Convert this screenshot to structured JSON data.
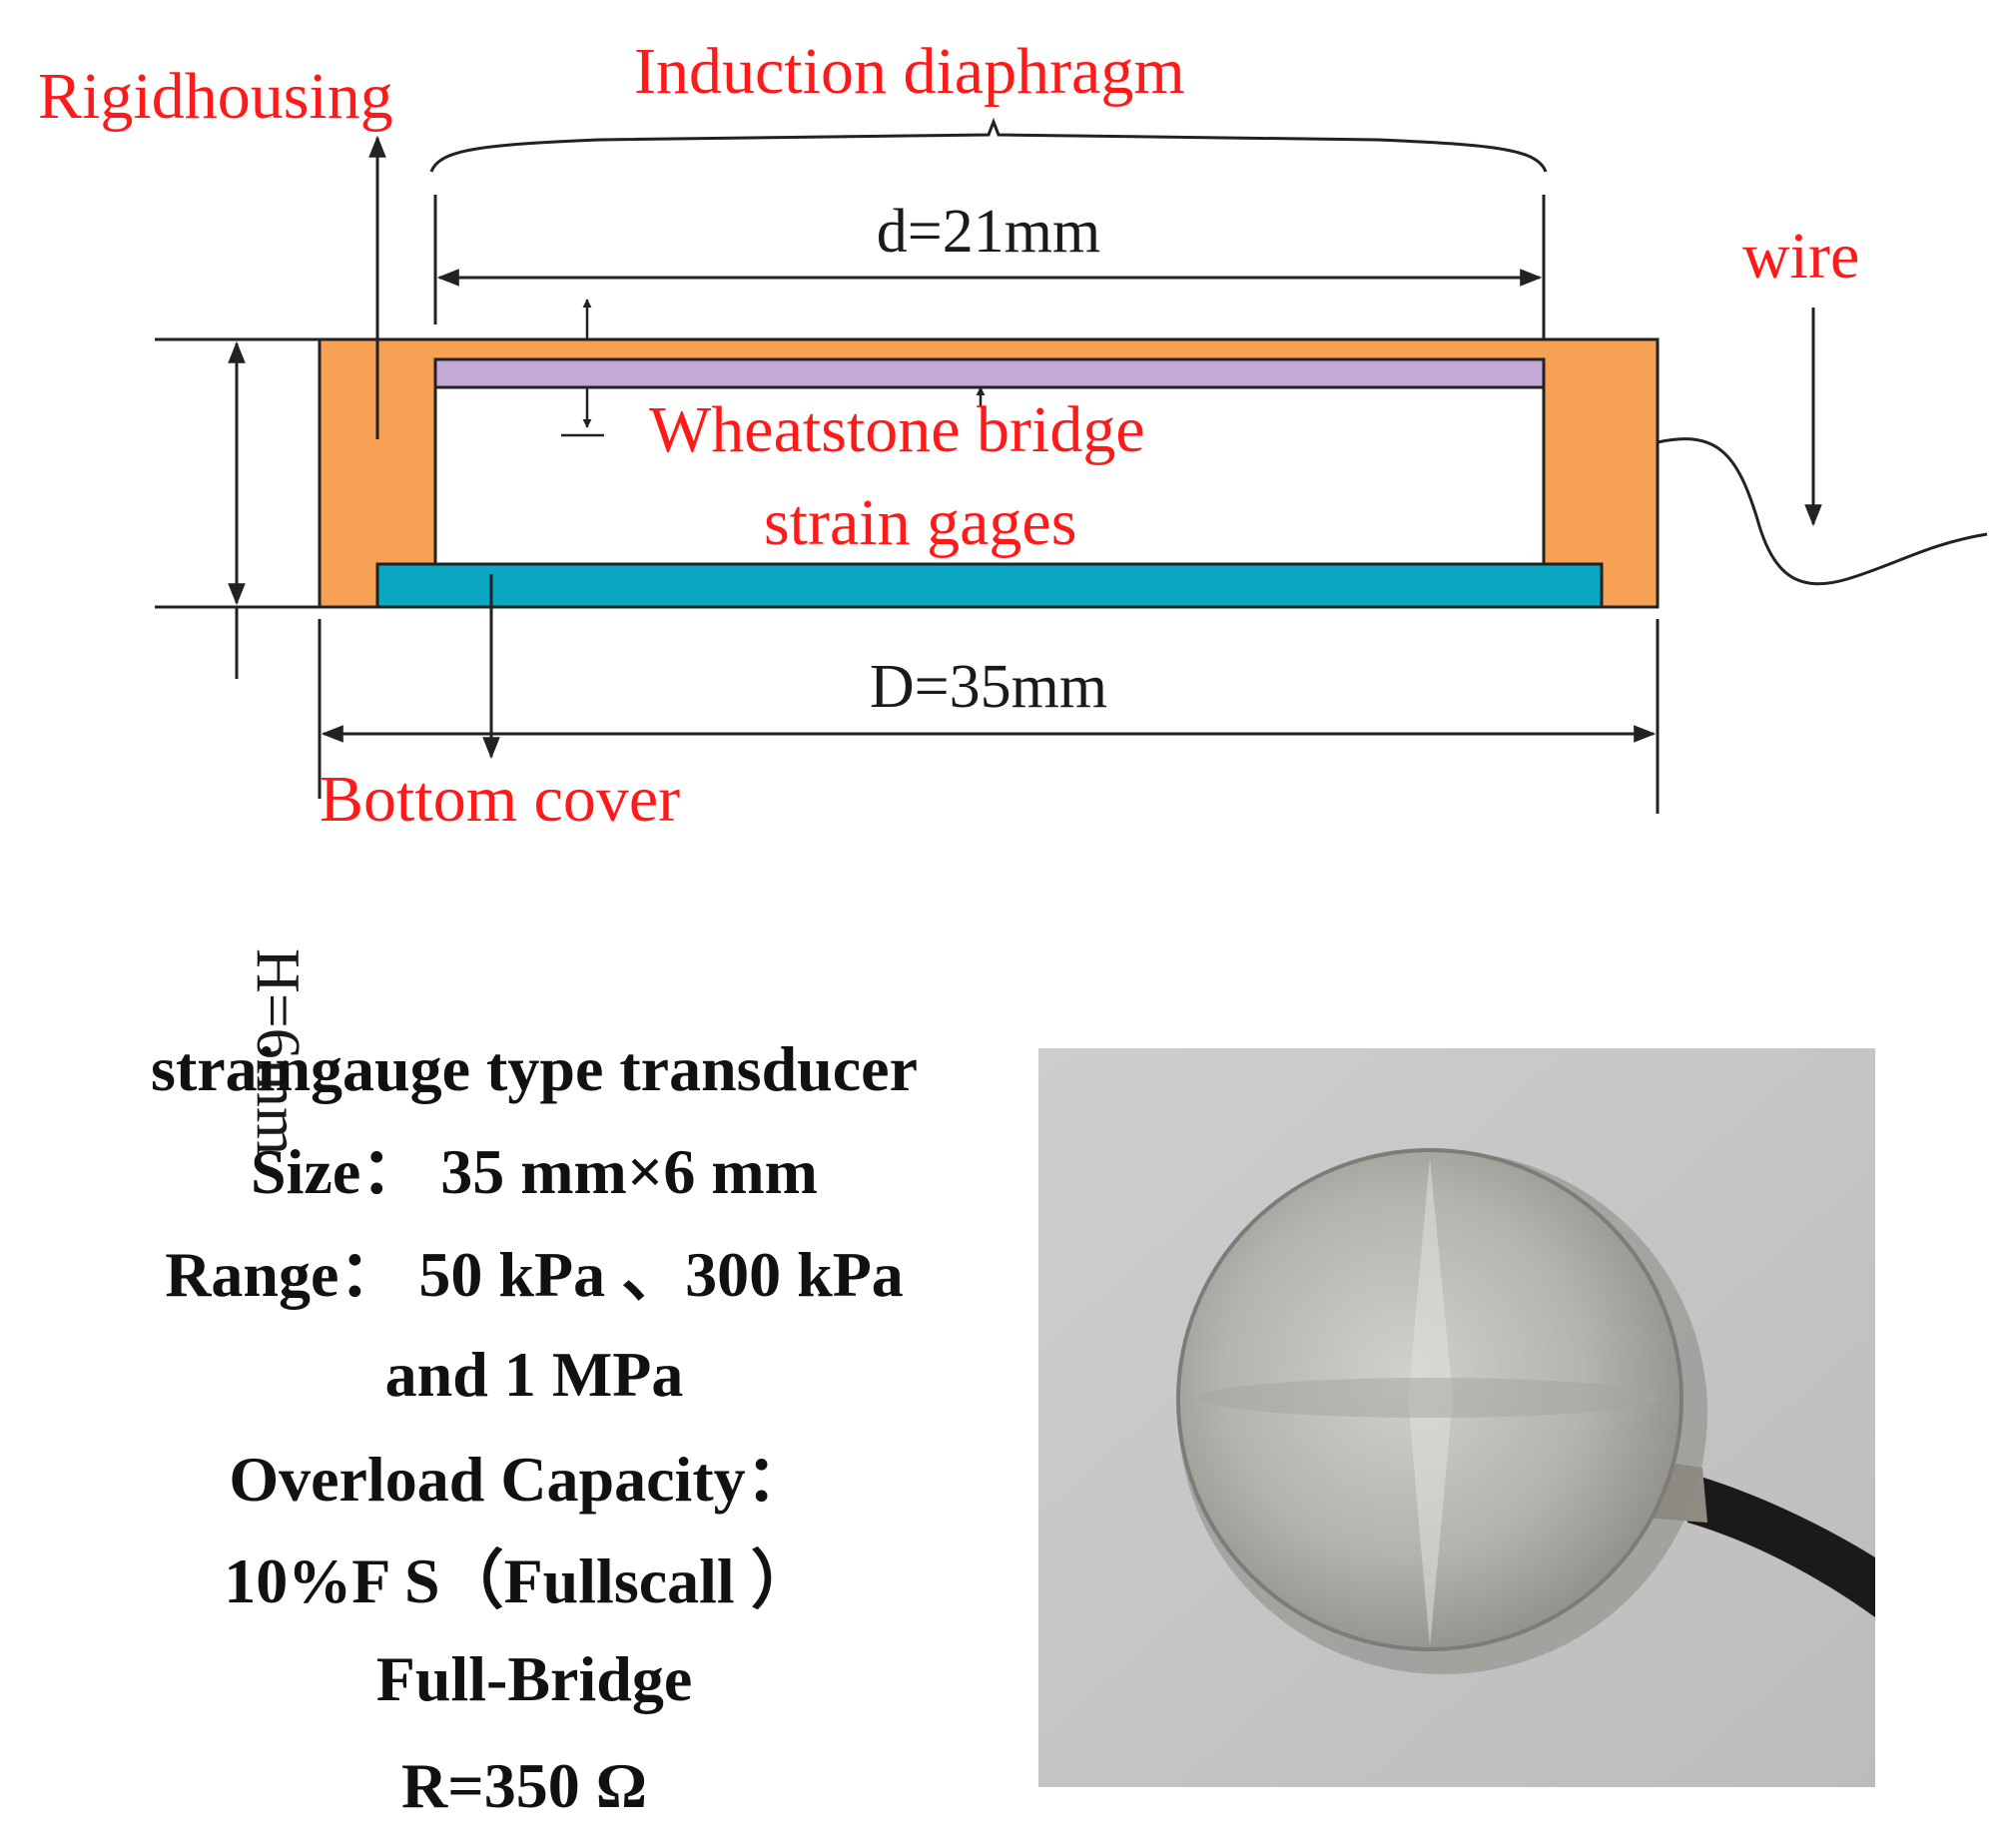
{
  "diagram": {
    "labels": {
      "rigid_housing": "Rigidhousing",
      "induction_diaphragm": "Induction diaphragm",
      "d_dimension": "d=21mm",
      "wire": "wire",
      "wheatstone_line1": "Wheatstone bridge",
      "wheatstone_line2": "strain gages",
      "D_dimension": "D=35mm",
      "bottom_cover": "Bottom cover",
      "H_dimension": "H=6mm"
    },
    "colors": {
      "housing": "#f7a155",
      "diaphragm": "#c3a9d6",
      "bottom_cover": "#0ba8c4",
      "label_red": "#ff1a1a",
      "line": "#222222"
    }
  },
  "specs": {
    "lines": [
      "straingauge type transducer",
      "Size： 35 mm×6 mm",
      "Range： 50 kPa 、300 kPa",
      "and 1 MPa",
      "Overload Capacity：",
      "10%F S（Fullscall ）",
      "Full-Bridge",
      "R=350 Ω"
    ]
  },
  "photo": {
    "colors": {
      "background": "#c9c7c8",
      "disc": "#b8b6b0",
      "cable": "#1a1a1a"
    }
  }
}
